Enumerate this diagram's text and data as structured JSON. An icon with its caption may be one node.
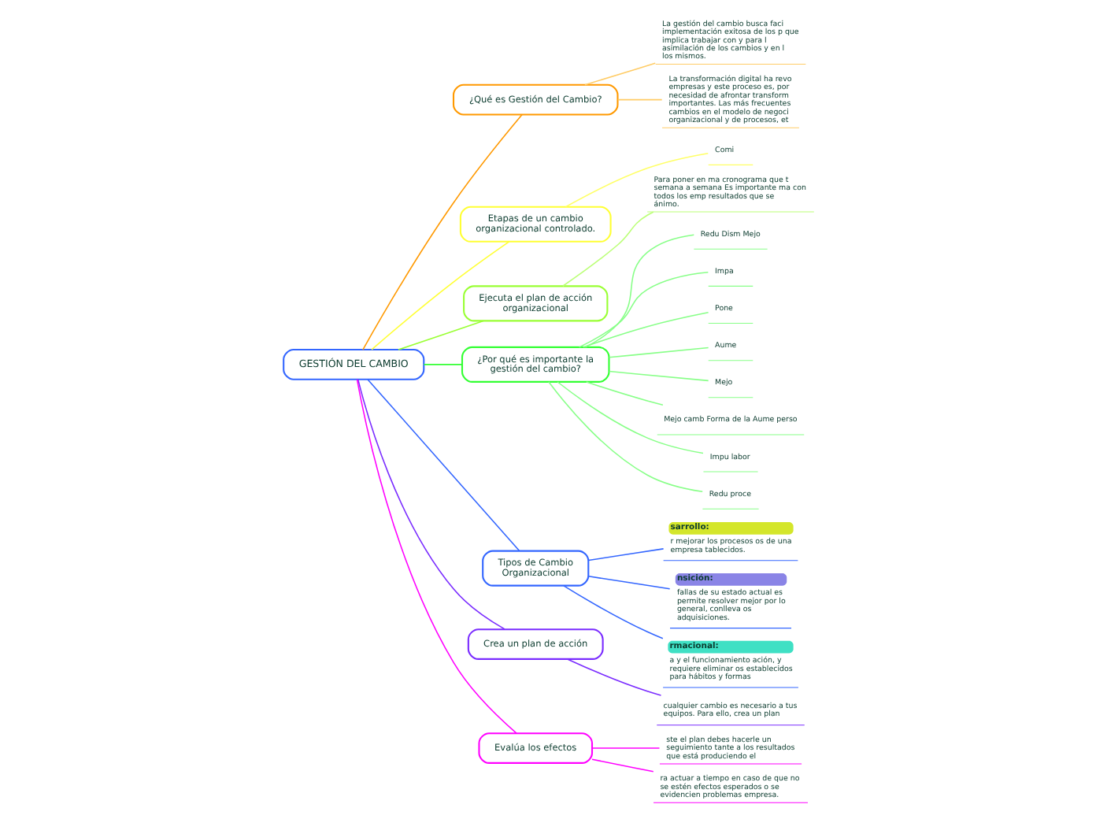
{
  "diagram": {
    "nodes": [
      {
        "text": [
          "GESTIÓN DEL CAMBIO"
        ]
      },
      {
        "text": [
          "¿Qué es Gestión del Cambio?"
        ]
      },
      {
        "text": [
          "La gestión del cambio busca faci implementación exitosa de los p que implica trabajar con y para l asimilación de los cambios y en l los mismos."
        ]
      },
      {
        "text": [
          "La transformación digital ha revo empresas y este proceso es, por necesidad de afrontar transform importantes. Las más frecuentes cambios en el modelo de negoci organizacional y de procesos, et"
        ]
      },
      {
        "text": [
          "Etapas de un cambio organizacional controlado."
        ]
      },
      {
        "text": [
          "Comi"
        ]
      },
      {
        "text": [
          "Ejecuta el plan de acción organizacional"
        ]
      },
      {
        "text": [
          "Para poner en ma cronograma que t semana a semana Es importante ma con todos los emp resultados que se ánimo."
        ]
      },
      {
        "text": [
          "¿Por qué es importante la gestión del cambio?"
        ]
      },
      {
        "text": [
          "Redu Dism Mejo"
        ]
      },
      {
        "text": [
          "Impa"
        ]
      },
      {
        "text": [
          "Pone"
        ]
      },
      {
        "text": [
          "Aume"
        ]
      },
      {
        "text": [
          "Mejo"
        ]
      },
      {
        "text": [
          "Mejo camb Forma de la Aume perso"
        ]
      },
      {
        "text": [
          "Impu labor"
        ]
      },
      {
        "text": [
          "Redu proce"
        ]
      },
      {
        "text": [
          "Tipos de Cambio Organizacional"
        ]
      },
      {
        "text": [
          "sarrollo:",
          "r mejorar los procesos os de una empresa tablecidos."
        ]
      },
      {
        "text": [
          "nsición:",
          "fallas de su estado actual es permite resolver mejor por lo general, conlleva os adquisiciones."
        ]
      },
      {
        "text": [
          "rmacional:",
          "a y el funcionamiento ación, y requiere eliminar os establecidos para hábitos y formas"
        ]
      },
      {
        "text": [
          "Crea un plan de acción"
        ]
      },
      {
        "text": [
          "cualquier cambio es necesario a tus equipos. Para ello, crea un plan"
        ]
      },
      {
        "text": [
          "Evalúa los efectos"
        ]
      },
      {
        "text": [
          "ste el plan debes hacerle un seguimiento tante a los resultados que está produciendo el"
        ]
      },
      {
        "text": [
          "ra actuar a tiempo en caso de que no se estén efectos esperados o se evidencien problemas empresa."
        ]
      }
    ],
    "edges": [
      {
        "from": 0,
        "to": 1,
        "arrow": "none",
        "color": "#ff9900"
      },
      {
        "from": 1,
        "to": 2,
        "arrow": "none",
        "color": "#ffcc66"
      },
      {
        "from": 1,
        "to": 3,
        "arrow": "none",
        "color": "#ffcc66"
      },
      {
        "from": 0,
        "to": 4,
        "arrow": "none",
        "color": "#ffff33"
      },
      {
        "from": 4,
        "to": 5,
        "arrow": "none",
        "color": "#ffff66"
      },
      {
        "from": 0,
        "to": 6,
        "arrow": "none",
        "color": "#99ff33"
      },
      {
        "from": 6,
        "to": 7,
        "arrow": "none",
        "color": "#bbff77"
      },
      {
        "from": 0,
        "to": 8,
        "arrow": "none",
        "color": "#33ff33"
      },
      {
        "from": 8,
        "to": 9,
        "arrow": "none",
        "color": "#88ff88"
      },
      {
        "from": 8,
        "to": 10,
        "arrow": "none",
        "color": "#88ff88"
      },
      {
        "from": 8,
        "to": 11,
        "arrow": "none",
        "color": "#88ff88"
      },
      {
        "from": 8,
        "to": 12,
        "arrow": "none",
        "color": "#88ff88"
      },
      {
        "from": 8,
        "to": 13,
        "arrow": "none",
        "color": "#88ff88"
      },
      {
        "from": 8,
        "to": 14,
        "arrow": "none",
        "color": "#88ff88"
      },
      {
        "from": 8,
        "to": 15,
        "arrow": "none",
        "color": "#88ff88"
      },
      {
        "from": 8,
        "to": 16,
        "arrow": "none",
        "color": "#88ff88"
      },
      {
        "from": 0,
        "to": 17,
        "arrow": "none",
        "color": "#3366ff"
      },
      {
        "from": 17,
        "to": 18,
        "arrow": "none",
        "color": "#3366ff"
      },
      {
        "from": 17,
        "to": 19,
        "arrow": "none",
        "color": "#3366ff"
      },
      {
        "from": 17,
        "to": 20,
        "arrow": "none",
        "color": "#3366ff"
      },
      {
        "from": 0,
        "to": 21,
        "arrow": "none",
        "color": "#7a2cff"
      },
      {
        "from": 21,
        "to": 22,
        "arrow": "none",
        "color": "#7a2cff"
      },
      {
        "from": 0,
        "to": 23,
        "arrow": "none",
        "color": "#ff00ff"
      },
      {
        "from": 23,
        "to": 24,
        "arrow": "none",
        "color": "#ff00ff"
      },
      {
        "from": 23,
        "to": 25,
        "arrow": "none",
        "color": "#ff00ff"
      }
    ]
  }
}
